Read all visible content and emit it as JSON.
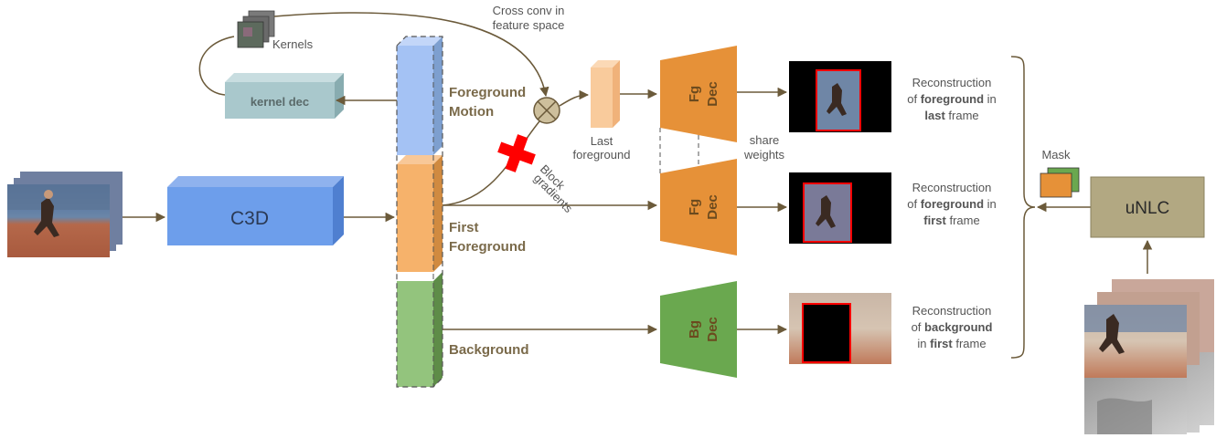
{
  "figure": {
    "kernels_label": "Kernels",
    "kernel_dec_label": "kernel dec",
    "cross_conv_line1": "Cross conv in",
    "cross_conv_line2": "feature space",
    "c3d_label": "C3D",
    "fg_motion_line1": "Foreground",
    "fg_motion_line2": "Motion",
    "first_fg_line1": "First",
    "first_fg_line2": "Foreground",
    "background_label": "Background",
    "last_fg_line1": "Last",
    "last_fg_line2": "foreground",
    "block_line1": "Block",
    "block_line2": "gradients",
    "share_line1": "share",
    "share_line2": "weights",
    "fg_dec_top_line1": "Fg",
    "fg_dec_top_line2": "Dec",
    "fg_dec_mid_line1": "Fg",
    "fg_dec_mid_line2": "Dec",
    "bg_dec_line1": "Bg",
    "bg_dec_line2": "Dec",
    "mask_label": "Mask",
    "unlc_label": "uNLC",
    "recon1": {
      "l1": "Reconstruction",
      "l2a": "of ",
      "l2b": "foreground",
      "l2c": " in",
      "l3a": "last",
      "l3b": " frame"
    },
    "recon2": {
      "l1": "Reconstruction",
      "l2a": "of ",
      "l2b": "foreground",
      "l2c": " in",
      "l3a": "first",
      "l3b": " frame"
    },
    "recon3": {
      "l1": "Reconstruction",
      "l2a": "of ",
      "l2b": "background",
      "l3a": "in ",
      "l3b": "first",
      "l3c": " frame"
    }
  },
  "colors": {
    "blue_block": "#a4c2f4",
    "orange_block": "#f6b26b",
    "green_block": "#93c47d",
    "c3d": "#6d9eeb",
    "fg_dec": "#e69138",
    "bg_dec": "#6aa84f",
    "unlc": "#b2a882",
    "kernel_dec": "#a9c8cc",
    "arrow": "#6b5a3a",
    "highlight": "#ff0000"
  }
}
